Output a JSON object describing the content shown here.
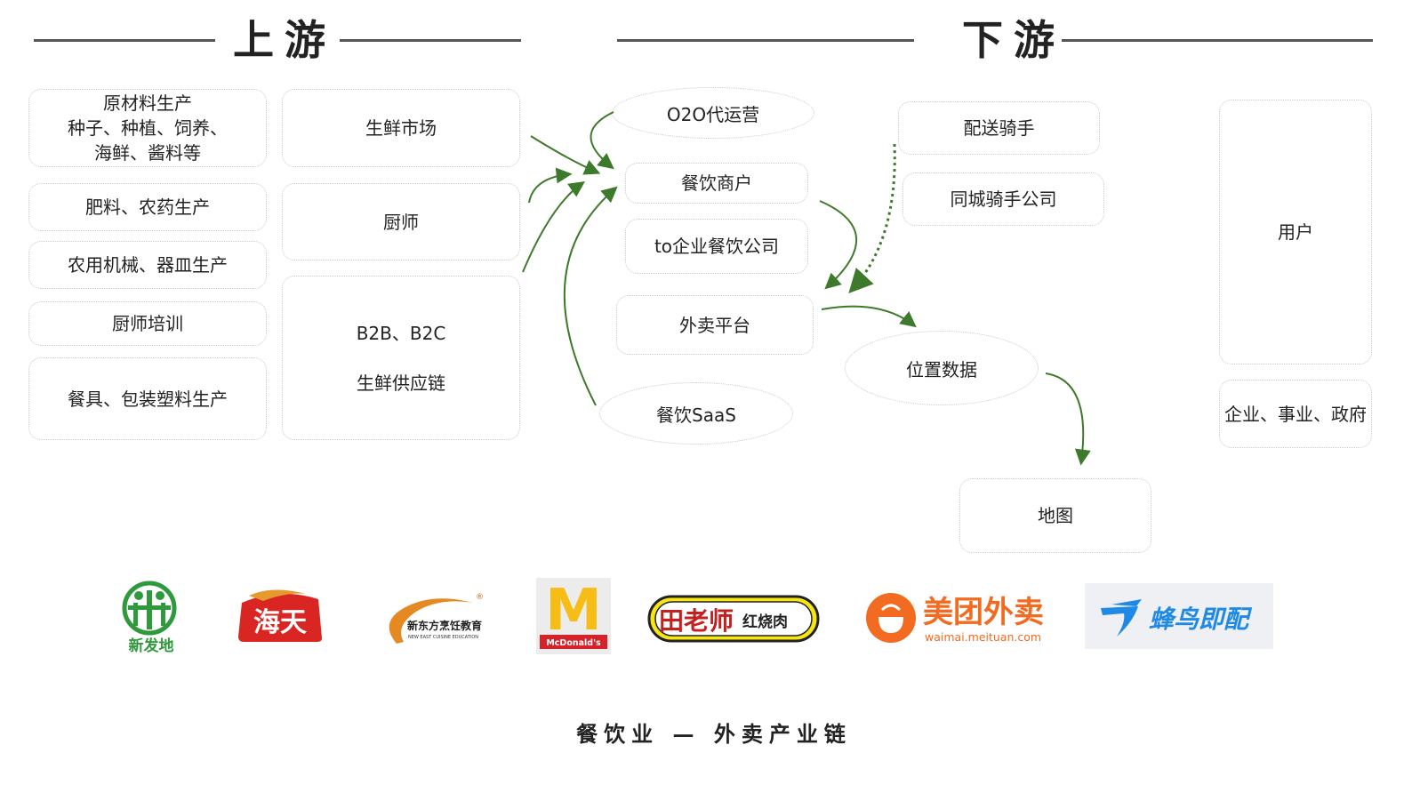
{
  "headings": {
    "upstream": "上游",
    "downstream": "下游"
  },
  "upstream_left": {
    "raw": {
      "line1": "原材料生产",
      "line2": "种子、种植、饲养、",
      "line3": "海鲜、酱料等"
    },
    "fertilizer": "肥料、农药生产",
    "machinery": "农用机械、器皿生产",
    "chef_training": "厨师培训",
    "tableware": "餐具、包装塑料生产"
  },
  "upstream_right": {
    "fresh_market": "生鲜市场",
    "chef": "厨师",
    "supply_chain": {
      "line1": "B2B、B2C",
      "line2": "生鲜供应链"
    }
  },
  "center": {
    "o2o": "O2O代运营",
    "merchant": "餐饮商户",
    "to_b": "to企业餐饮公司",
    "platform": "外卖平台",
    "saas": "餐饮SaaS"
  },
  "downstream": {
    "rider": "配送骑手",
    "rider_company": "同城骑手公司",
    "location": "位置数据",
    "map": "地图",
    "user": "用户",
    "org": "企业、事业、政府"
  },
  "logos": {
    "xinfadi": "新发地",
    "haitian": "海天",
    "xindongfang": {
      "main": "新东方烹饪教育",
      "sub": "NEW EAST CUISINE EDUCATION",
      "reg": "®"
    },
    "mcdonalds": {
      "arch": "M",
      "name": "McDonald's"
    },
    "tianlaoshi": {
      "main": "田老师",
      "sub": "红烧肉"
    },
    "meituan": {
      "main": "美团外卖",
      "sub": "waimai.meituan.com"
    },
    "fengniao": "蜂鸟即配"
  },
  "caption": "餐饮业 — 外卖产业链",
  "colors": {
    "arrow": "#3d7a2b",
    "border": "#c9c9c9",
    "line": "#555555"
  }
}
